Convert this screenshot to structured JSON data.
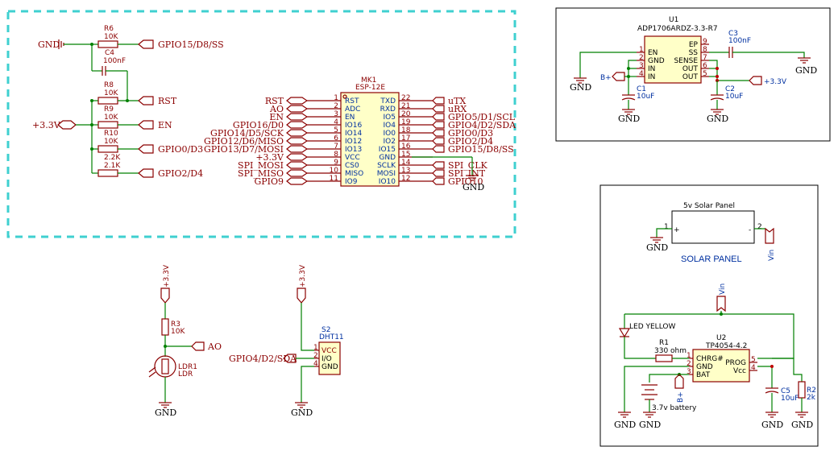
{
  "power": {
    "gnd": "GND",
    "v33": "+3.3V",
    "bplus": "B+",
    "vin": "Vin"
  },
  "resistors": {
    "r6": {
      "ref": "R6",
      "value": "10K"
    },
    "r8": {
      "ref": "R8",
      "value": "10K"
    },
    "r9": {
      "ref": "R9",
      "value": "10K"
    },
    "r10": {
      "ref": "R10",
      "value": "10K"
    },
    "r_a": {
      "value": "2.2K"
    },
    "r_b": {
      "value": "2.1K"
    },
    "r3": {
      "ref": "R3",
      "value": "10K"
    },
    "r1": {
      "ref": "R1",
      "value": "330 ohm"
    },
    "r2": {
      "ref": "R2",
      "value": "2k"
    }
  },
  "capacitors": {
    "c4": {
      "ref": "C4",
      "value": "100nF"
    },
    "c1": {
      "ref": "C1",
      "value": "10uF"
    },
    "c2": {
      "ref": "C2",
      "value": "10uF"
    },
    "c3": {
      "ref": "C3",
      "value": "100nF"
    },
    "c5": {
      "ref": "C5",
      "value": "10uF"
    }
  },
  "left_labels": {
    "gpio15": "GPIO15/D8/SS",
    "rst": "RST",
    "en": "EN",
    "gpio0": "GPIO0/D3",
    "gpio2": "GPIO2/D4"
  },
  "esp": {
    "ref": "MK1",
    "part": "ESP-12E",
    "left_nets": [
      "RST",
      "AO",
      "EN",
      "GPIO16/D0",
      "GPIO14/D5/SCK",
      "GPIO12/D6/MISO",
      "GPIO13/D7/MOSI",
      "+3.3V",
      "SPI_MOSI",
      "SPI_MISO",
      "GPIO9"
    ],
    "left_pins": [
      "RST",
      "ADC",
      "EN",
      "IO16",
      "IO14",
      "IO12",
      "IO13",
      "VCC",
      "CS0",
      "MISO",
      "IO9"
    ],
    "left_nums": [
      "1",
      "2",
      "3",
      "4",
      "5",
      "6",
      "7",
      "8",
      "9",
      "10",
      "11"
    ],
    "right_pins": [
      "TXD",
      "RXD",
      "IO5",
      "IO4",
      "IO0",
      "IO2",
      "IO15",
      "GND",
      "SCLK",
      "MOSI",
      "IO10"
    ],
    "right_nums": [
      "22",
      "21",
      "20",
      "19",
      "18",
      "17",
      "16",
      "15",
      "14",
      "13",
      "12"
    ],
    "right_nets": [
      "uTX",
      "uRX",
      "GPIO5/D1/SCL",
      "GPIO4/D2/SDA",
      "GPIO0/D3",
      "GPIO2/D4",
      "GPIO15/D8/SS",
      "",
      "SPI_CLK",
      "SPI_INT",
      "GPIO10"
    ]
  },
  "regulator": {
    "ref": "U1",
    "part": "ADP1706ARDZ-3.3-R7",
    "left_pins": [
      "EN",
      "GND",
      "IN",
      "IN"
    ],
    "left_nums": [
      "1",
      "2",
      "3",
      "4"
    ],
    "right_pins": [
      "EP",
      "SS",
      "SENSE",
      "OUT",
      "OUT"
    ],
    "right_nums": [
      "9",
      "8",
      "7",
      "6",
      "5"
    ]
  },
  "ldr": {
    "ref": "LDR1",
    "part": "LDR",
    "net_ao": "AO"
  },
  "dht": {
    "ref": "S2",
    "part": "DHT11",
    "pins": [
      "VCC",
      "I/O",
      "GND"
    ],
    "nums": [
      "1",
      "2",
      "4"
    ],
    "net": "GPIO4/D2/SDA"
  },
  "solar": {
    "title": "5v Solar Panel",
    "pin1": "1",
    "pin2": "2",
    "plus": "+",
    "minus": "-",
    "caption": "SOLAR PANEL"
  },
  "charger": {
    "ref": "U2",
    "part": "TP4054-4.2",
    "pins_left": [
      "CHRG#",
      "GND",
      "BAT"
    ],
    "nums_left": [
      "1",
      "2",
      "3"
    ],
    "pins_right": [
      "PROG",
      "Vcc"
    ],
    "nums_right": [
      "5",
      "4"
    ],
    "led": "LED YELLOW",
    "battery": "3.7v battery"
  },
  "colors": {
    "wire": "#008000",
    "component": "#8b0000",
    "body_fill": "#ffffc8",
    "group_border": "#3fd0d0",
    "pin_blue": "#0030a0"
  }
}
